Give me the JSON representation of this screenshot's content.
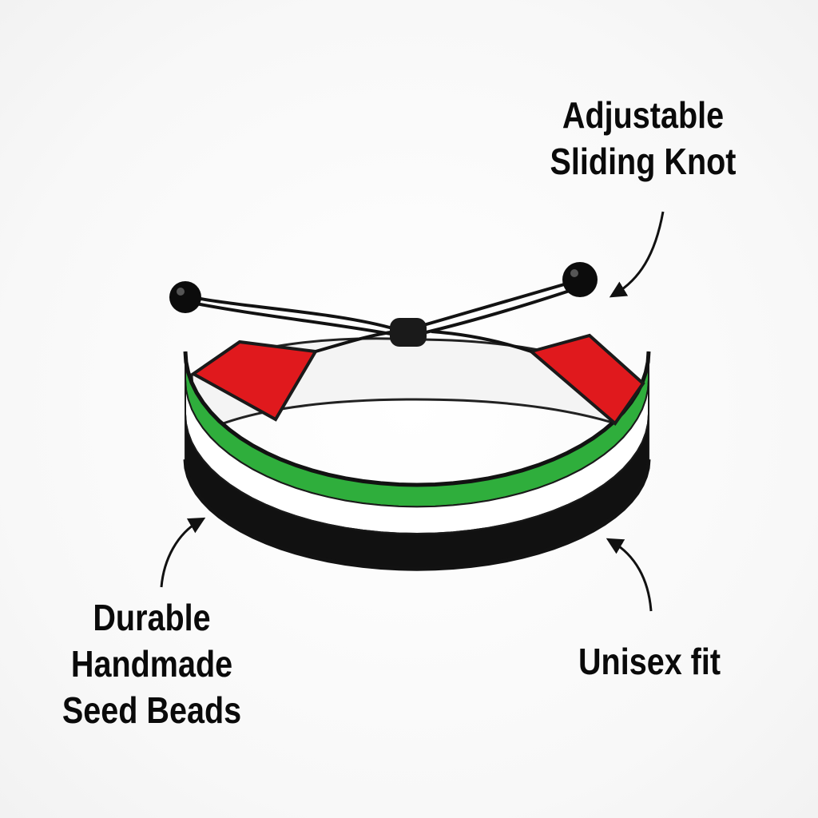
{
  "annotations": {
    "knot": {
      "lines": [
        "Adjustable",
        "Sliding Knot"
      ]
    },
    "beads": {
      "lines": [
        "Durable",
        "Handmade",
        "Seed Beads"
      ]
    },
    "fit": {
      "lines": [
        "Unisex fit"
      ]
    }
  },
  "bracelet": {
    "stripe_colors": {
      "green": "#2fae3c",
      "white": "#ffffff",
      "black": "#111111",
      "red": "#e0191d"
    },
    "cord_color": "#121212"
  }
}
